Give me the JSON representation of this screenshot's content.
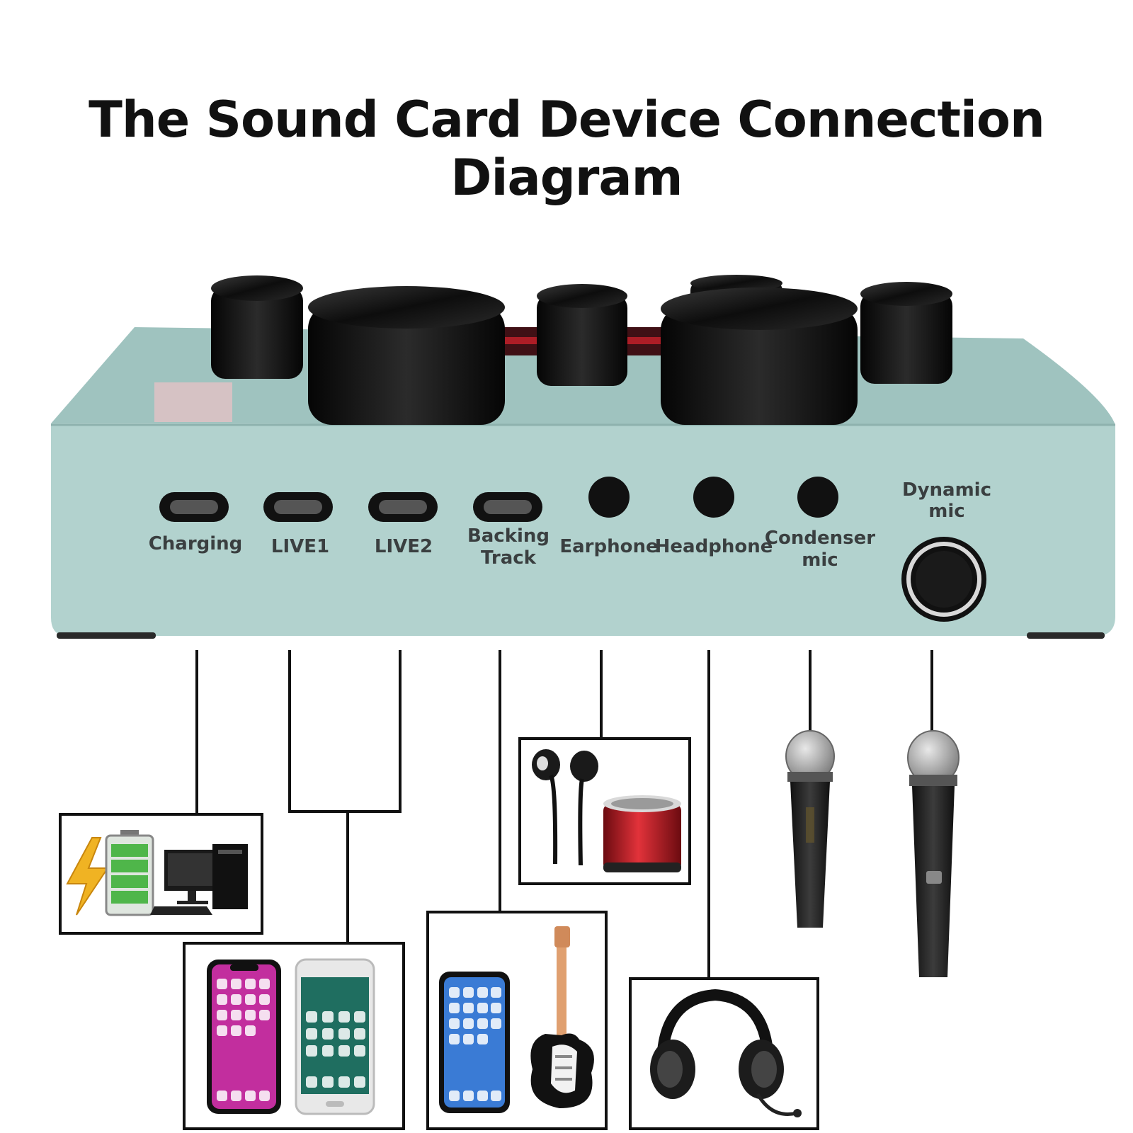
{
  "title": "The Sound Card Device Connection Diagram",
  "ports": {
    "charging": "Charging",
    "live1": "LIVE1",
    "live2": "LIVE2",
    "backing_line1": "Backing",
    "backing_line2": "Track",
    "earphone": "Earphone",
    "headphone": "Headphone",
    "condenser_line1": "Condenser",
    "condenser_line2": "mic",
    "dynamic_line1": "Dynamic",
    "dynamic_line2": "mic"
  },
  "colors": {
    "device_body": "#a9cbc7",
    "device_front": "#b4d3cf",
    "knob": "#141414",
    "accent_red": "#c8202a",
    "battery_green": "#4fb64a",
    "bolt_yellow": "#f0b323"
  },
  "icons": [
    "bolt-icon",
    "battery-icon",
    "desktop-computer-icon",
    "smartphone-icon",
    "earphones-icon",
    "bluetooth-speaker-icon",
    "electric-guitar-icon",
    "headset-icon",
    "handheld-microphone-icon"
  ]
}
